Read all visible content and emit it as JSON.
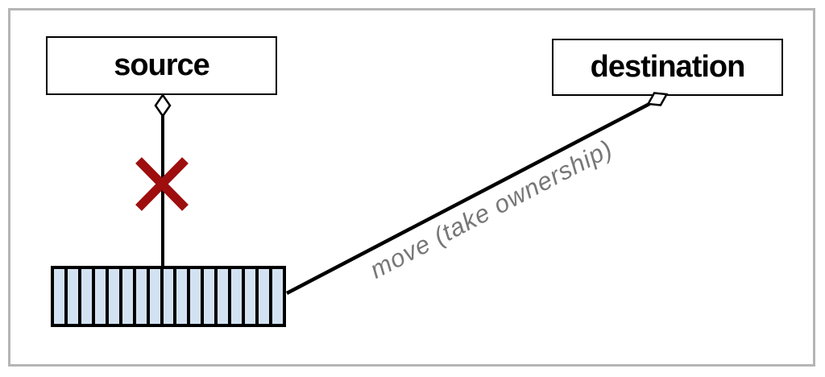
{
  "frame": {
    "border_color": "#b5b5b5"
  },
  "nodes": {
    "source": {
      "label": "source"
    },
    "destination": {
      "label": "destination"
    }
  },
  "vector": {
    "cell_count": 17,
    "cell_color": "#d3e2f2",
    "border_color": "#000000"
  },
  "edges": {
    "move_label": "move (take ownership)",
    "move_label_color": "#777777",
    "line_color": "#000000",
    "blocked_cross_color": "#9e0e0e"
  },
  "icons": {
    "aggregation_diamond": "◇",
    "blocked_cross": "✕"
  }
}
